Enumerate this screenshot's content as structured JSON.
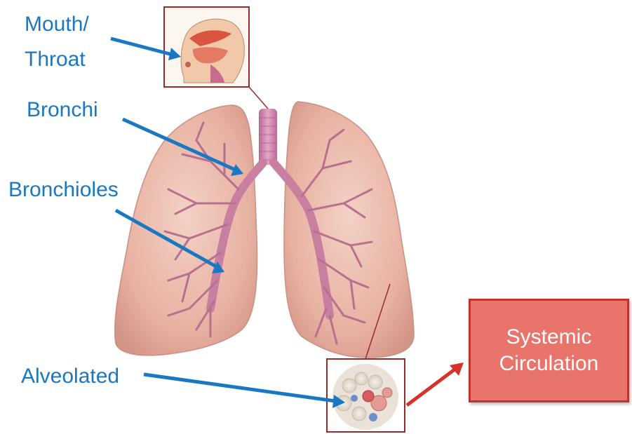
{
  "labels": {
    "mouth_line1": "Mouth/",
    "mouth_line2": "Throat",
    "bronchi": "Bronchi",
    "bronchioles": "Bronchioles",
    "alveolated": "Alveolated"
  },
  "systemic_box": {
    "line1": "Systemic",
    "line2": "Circulation"
  },
  "colors": {
    "label_text": "#1a78c2",
    "arrow_blue": "#1a78c2",
    "arrow_red": "#d9302a",
    "box_fill": "#e8746b",
    "box_border": "#c0322b",
    "lung_fill": "#e9b1a2",
    "airway": "#c97fa0"
  },
  "icons": {
    "head_inset": "head-cross-section-icon",
    "alveoli_inset": "alveoli-cluster-icon"
  }
}
